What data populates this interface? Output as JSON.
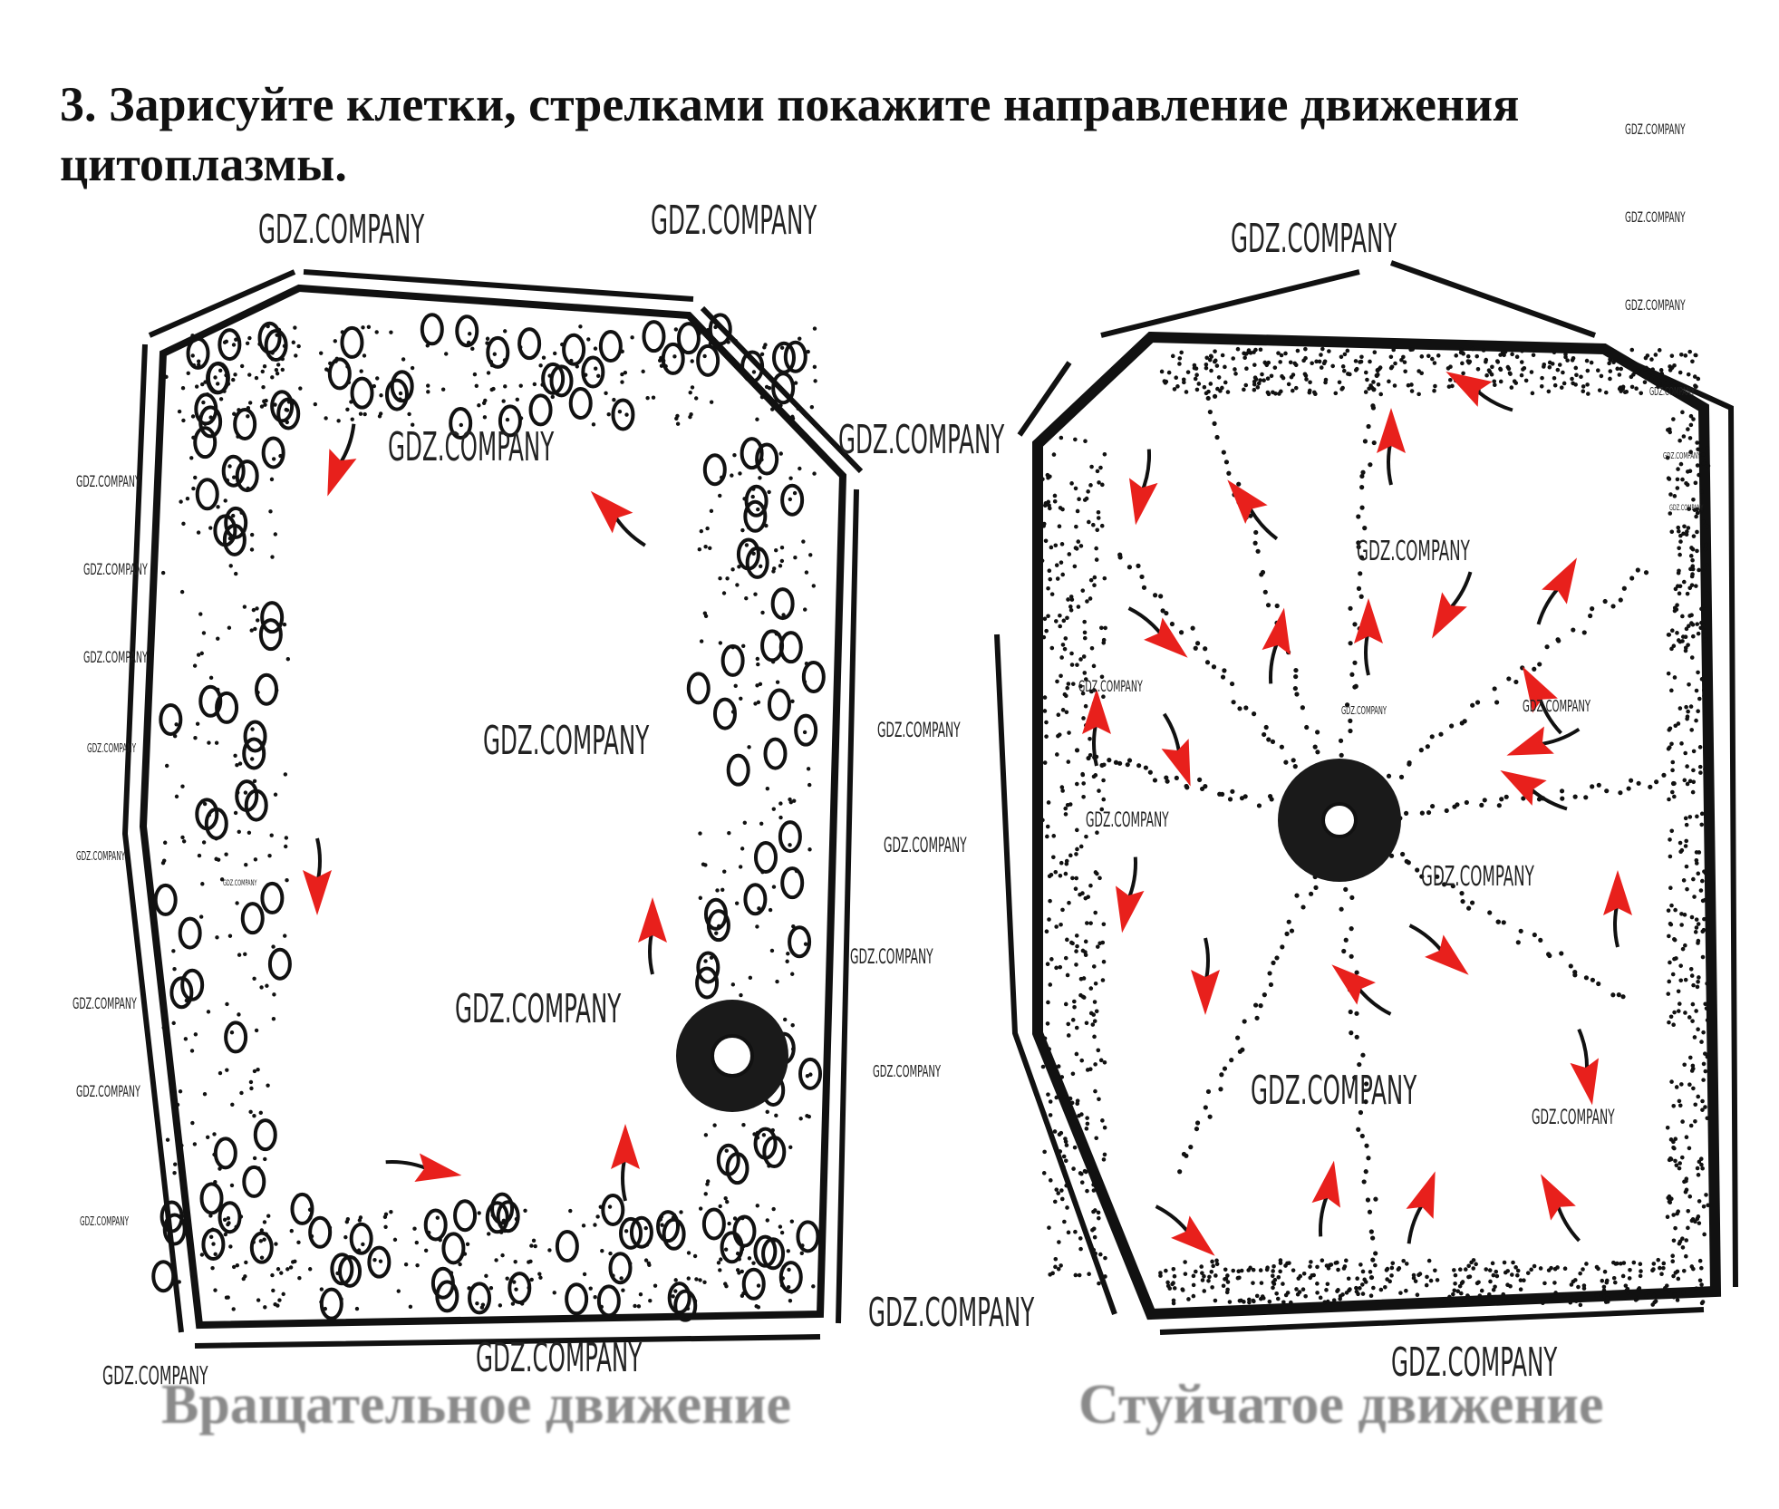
{
  "task": {
    "title": "3. Зарисуйте клетки, стрелками покажите направление движения цитоплазмы."
  },
  "figures": [
    {
      "caption": "Вращательное движение"
    },
    {
      "caption": "Стуйчатое движение"
    }
  ],
  "watermark": "GDZ.COMPANY",
  "colors": {
    "arrow": "#e8201c",
    "ink": "#111111",
    "caption": "#8a8a8a"
  }
}
